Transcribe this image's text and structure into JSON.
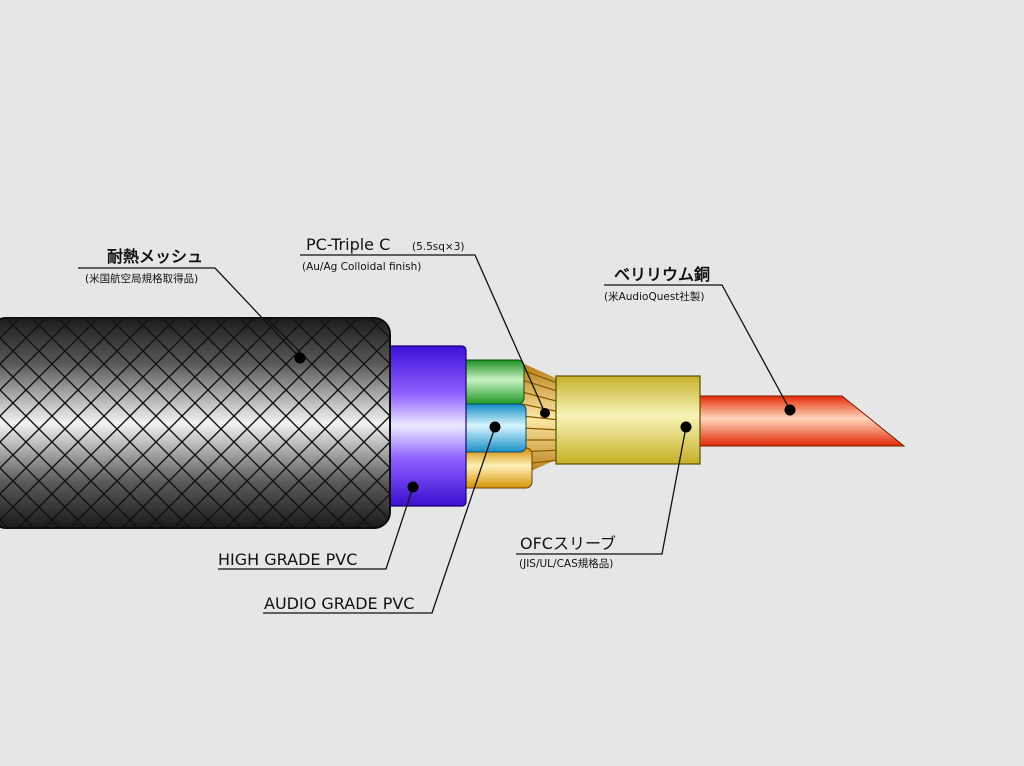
{
  "labels": {
    "mesh": {
      "title": "耐熱メッシュ",
      "sub": "(米国航空局規格取得品)"
    },
    "conductor": {
      "title": "PC-Triple C",
      "spec": "(5.5sq×3)",
      "sub": "(Au/Ag Colloidal finish)"
    },
    "beryllium": {
      "title": "ベリリウム銅",
      "sub": "(米AudioQuest社製)"
    },
    "sleeve": {
      "title": "OFCスリーブ",
      "sub": "(JIS/UL/CAS規格品)"
    },
    "high_pvc": {
      "title": "HIGH GRADE PVC"
    },
    "audio_pvc": {
      "title": "AUDIO GRADE PVC"
    }
  },
  "colors": {
    "background": "#e6e6e6",
    "mesh_jacket": "#3a3a3a",
    "pvc_outer": "#6f2cff",
    "core_green": "#29b82e",
    "core_cyan": "#22b6e6",
    "core_yellow": "#f2b21a",
    "sleeve": "#e8e070",
    "rod": "#ff3d0a",
    "leader": "#111111"
  }
}
